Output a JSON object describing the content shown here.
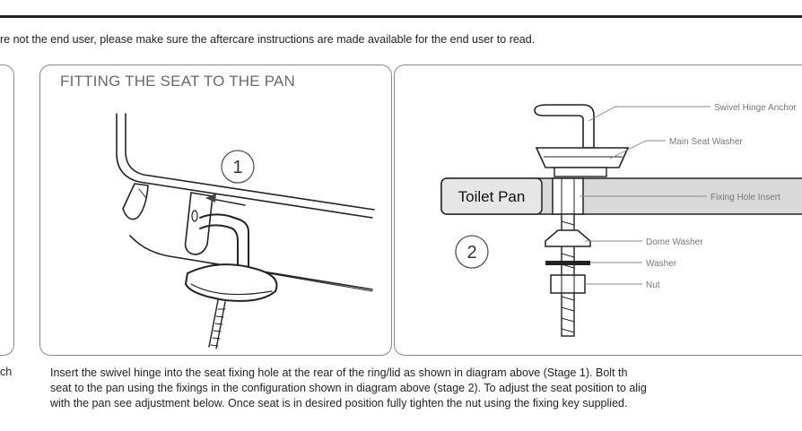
{
  "intro_text": "re not the end user, please make sure the aftercare instructions are made available for the end user to read.",
  "fitting_panel": {
    "title": "FITTING THE SEAT TO THE PAN",
    "stage_number": "1"
  },
  "exploded_panel": {
    "stage_number": "2",
    "pan_label": "Toilet Pan",
    "labels": {
      "swivel_hinge_anchor": "Swivel Hinge Anchor",
      "main_seat_washer": "Main Seat Washer",
      "fixing_hole_insert": "Fixing Hole Insert",
      "dome_washer": "Dome Washer",
      "washer": "Washer",
      "nut": "Nut"
    }
  },
  "left_fragment": "ch",
  "instructions": [
    "Insert the swivel hinge into the seat fixing hole at the rear of the ring/lid as shown in diagram above (Stage 1). Bolt th",
    "seat to the pan using the fixings in the configuration shown in diagram above (stage 2). To adjust the seat position to alig",
    "with the pan see adjustment below. Once seat is in desired position fully tighten the nut using the fixing key supplied."
  ]
}
